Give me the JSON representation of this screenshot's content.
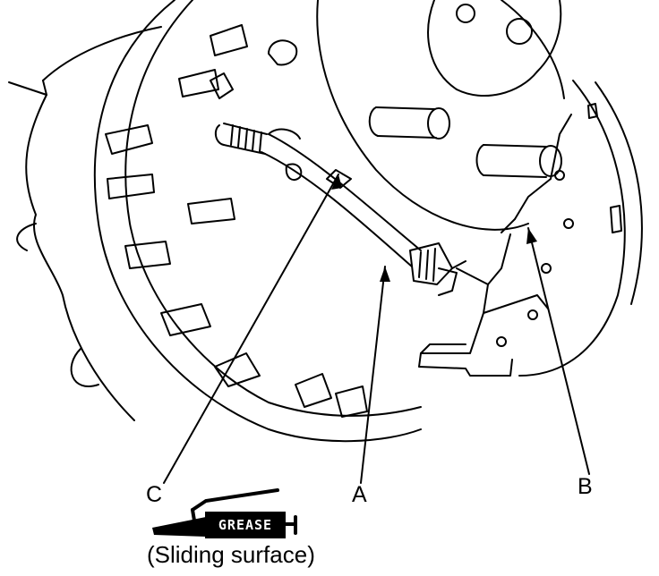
{
  "callouts": {
    "a": "A",
    "b": "B",
    "c": "C"
  },
  "legend": {
    "tube_label": "GREASE",
    "caption": "(Sliding surface)"
  },
  "icons": [
    "grease-tube-icon"
  ]
}
